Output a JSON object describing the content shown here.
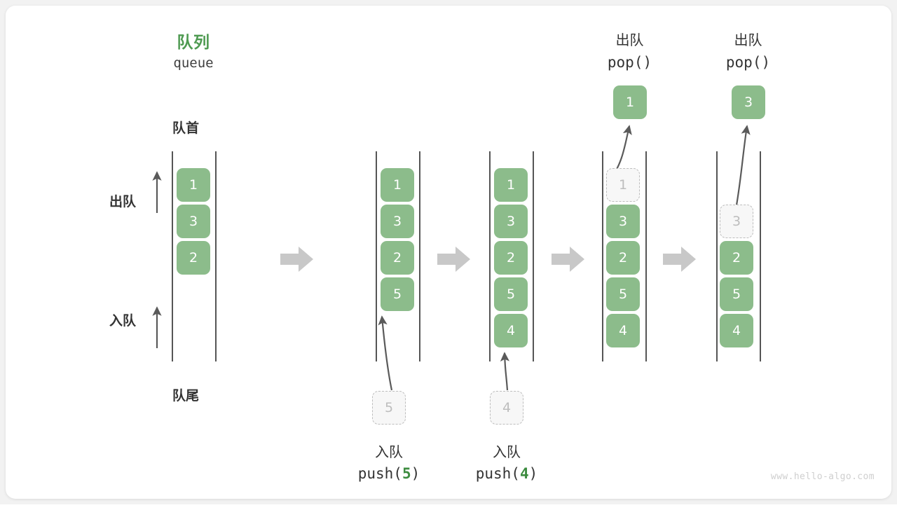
{
  "watermark": "www.hello-algo.com",
  "colors": {
    "node_green": "#8cbc8b",
    "title_green": "#4e9a51",
    "code_green": "#3d8c40",
    "ghost_gray": "#bdbdbd",
    "rail_gray": "#555555",
    "flow_arrow_gray": "#c8c8c8",
    "card_bg": "#ffffff",
    "page_bg": "#f2f2f2"
  },
  "title": {
    "cn": "队列",
    "en": "queue"
  },
  "side_labels": {
    "front": "队首",
    "rear": "队尾",
    "dequeue": "出队",
    "enqueue": "入队"
  },
  "stages": [
    {
      "id": "initial",
      "nodes": [
        "1",
        "3",
        "2"
      ],
      "ghost_index": -1,
      "caption_cn": "",
      "caption_code": ""
    },
    {
      "id": "push-5",
      "nodes": [
        "1",
        "3",
        "2",
        "5"
      ],
      "ghost_index": -1,
      "incoming_value": "5",
      "caption_cn": "入队",
      "caption_code_prefix": "push(",
      "caption_code_value": "5",
      "caption_code_suffix": ")"
    },
    {
      "id": "push-4",
      "nodes": [
        "1",
        "3",
        "2",
        "5",
        "4"
      ],
      "ghost_index": -1,
      "incoming_value": "4",
      "caption_cn": "入队",
      "caption_code_prefix": "push(",
      "caption_code_value": "4",
      "caption_code_suffix": ")"
    },
    {
      "id": "pop-1",
      "nodes": [
        "1",
        "3",
        "2",
        "5",
        "4"
      ],
      "ghost_index": 0,
      "popped_value": "1",
      "caption_cn": "出队",
      "caption_code": "pop()"
    },
    {
      "id": "pop-3",
      "nodes": [
        "3",
        "2",
        "5",
        "4"
      ],
      "ghost_index": 0,
      "popped_value": "3",
      "caption_cn": "出队",
      "caption_code": "pop()"
    }
  ],
  "stage1": {
    "n0": "1",
    "n1": "3",
    "n2": "2"
  },
  "stage2": {
    "n0": "1",
    "n1": "3",
    "n2": "2",
    "n3": "5",
    "incoming": "5",
    "cap_cn": "入队",
    "code_pre": "push(",
    "code_val": "5",
    "code_post": ")"
  },
  "stage3": {
    "n0": "1",
    "n1": "3",
    "n2": "2",
    "n3": "5",
    "n4": "4",
    "incoming": "4",
    "cap_cn": "入队",
    "code_pre": "push(",
    "code_val": "4",
    "code_post": ")"
  },
  "stage4": {
    "ghost": "1",
    "n1": "3",
    "n2": "2",
    "n3": "5",
    "n4": "4",
    "popped": "1",
    "cap_cn": "出队",
    "code": "pop()"
  },
  "stage5": {
    "ghost": "3",
    "n1": "2",
    "n2": "5",
    "n3": "4",
    "popped": "3",
    "cap_cn": "出队",
    "code": "pop()"
  }
}
